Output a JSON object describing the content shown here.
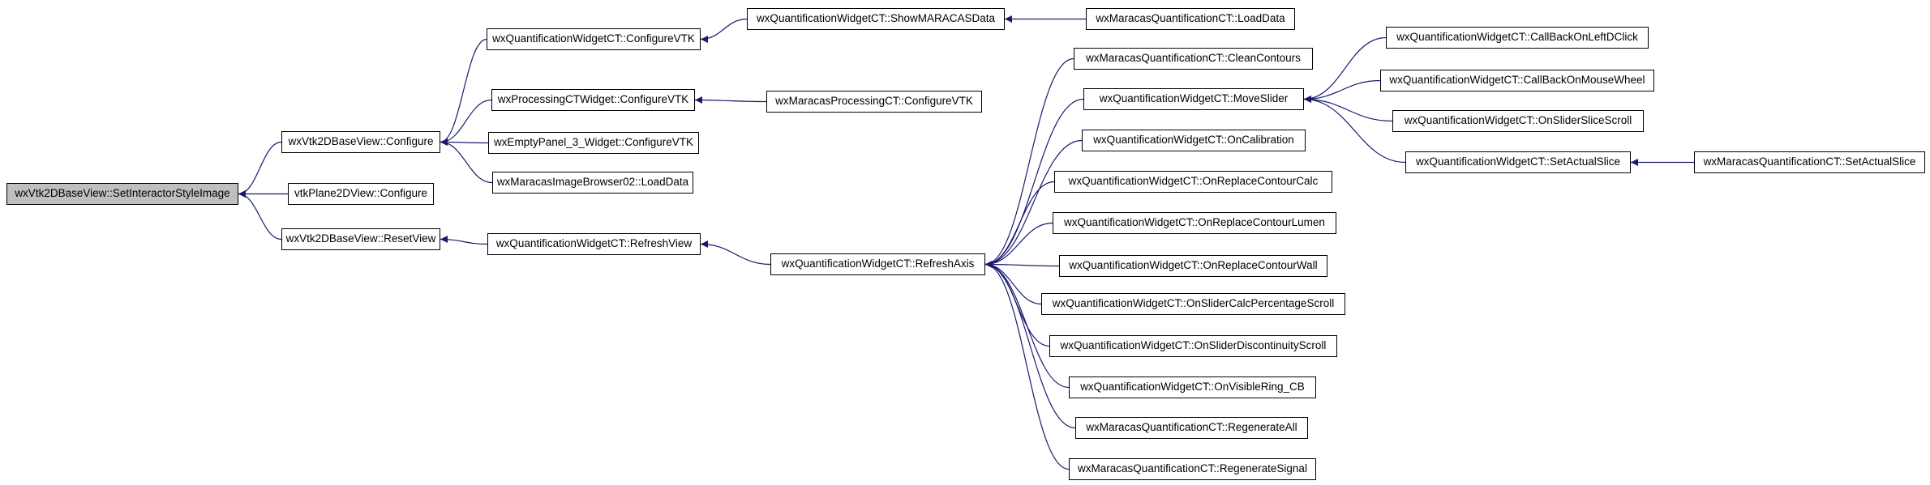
{
  "colors": {
    "edge": "#191970",
    "root_fill": "#bfbfbf",
    "node_fill": "#ffffff",
    "border": "#000000"
  },
  "nodes": [
    {
      "id": "n0",
      "label": "wxVtk2DBaseView::SetInteractorStyleImage",
      "root": true
    },
    {
      "id": "n1",
      "label": "wxVtk2DBaseView::Configure"
    },
    {
      "id": "n2",
      "label": "vtkPlane2DView::Configure"
    },
    {
      "id": "n3",
      "label": "wxVtk2DBaseView::ResetView"
    },
    {
      "id": "n4",
      "label": "wxQuantificationWidgetCT::ConfigureVTK"
    },
    {
      "id": "n5",
      "label": "wxProcessingCTWidget::ConfigureVTK"
    },
    {
      "id": "n6",
      "label": "wxEmptyPanel_3_Widget::ConfigureVTK"
    },
    {
      "id": "n7",
      "label": "wxMaracasImageBrowser02::LoadData"
    },
    {
      "id": "n8",
      "label": "wxQuantificationWidgetCT::RefreshView"
    },
    {
      "id": "n9",
      "label": "wxQuantificationWidgetCT::ShowMARACASData"
    },
    {
      "id": "n10",
      "label": "wxMaracasProcessingCT::ConfigureVTK"
    },
    {
      "id": "n11",
      "label": "wxQuantificationWidgetCT::RefreshAxis"
    },
    {
      "id": "n12",
      "label": "wxMaracasQuantificationCT::LoadData"
    },
    {
      "id": "n13",
      "label": "wxMaracasQuantificationCT::CleanContours"
    },
    {
      "id": "n14",
      "label": "wxQuantificationWidgetCT::MoveSlider"
    },
    {
      "id": "n15",
      "label": "wxQuantificationWidgetCT::OnCalibration"
    },
    {
      "id": "n16",
      "label": "wxQuantificationWidgetCT::OnReplaceContourCalc"
    },
    {
      "id": "n17",
      "label": "wxQuantificationWidgetCT::OnReplaceContourLumen"
    },
    {
      "id": "n18",
      "label": "wxQuantificationWidgetCT::OnReplaceContourWall"
    },
    {
      "id": "n19",
      "label": "wxQuantificationWidgetCT::OnSliderCalcPercentageScroll"
    },
    {
      "id": "n20",
      "label": "wxQuantificationWidgetCT::OnSliderDiscontinuityScroll"
    },
    {
      "id": "n21",
      "label": "wxQuantificationWidgetCT::OnVisibleRing_CB"
    },
    {
      "id": "n22",
      "label": "wxMaracasQuantificationCT::RegenerateAll"
    },
    {
      "id": "n23",
      "label": "wxMaracasQuantificationCT::RegenerateSignal"
    },
    {
      "id": "n24",
      "label": "wxQuantificationWidgetCT::CallBackOnLeftDClick"
    },
    {
      "id": "n25",
      "label": "wxQuantificationWidgetCT::CallBackOnMouseWheel"
    },
    {
      "id": "n26",
      "label": "wxQuantificationWidgetCT::OnSliderSliceScroll"
    },
    {
      "id": "n27",
      "label": "wxQuantificationWidgetCT::SetActualSlice"
    },
    {
      "id": "n28",
      "label": "wxMaracasQuantificationCT::SetActualSlice"
    }
  ],
  "edges": [
    [
      "n1",
      "n0"
    ],
    [
      "n2",
      "n0"
    ],
    [
      "n3",
      "n0"
    ],
    [
      "n4",
      "n1"
    ],
    [
      "n5",
      "n1"
    ],
    [
      "n6",
      "n1"
    ],
    [
      "n7",
      "n1"
    ],
    [
      "n8",
      "n3"
    ],
    [
      "n9",
      "n4"
    ],
    [
      "n12",
      "n9"
    ],
    [
      "n10",
      "n5"
    ],
    [
      "n11",
      "n8"
    ],
    [
      "n13",
      "n11"
    ],
    [
      "n14",
      "n11"
    ],
    [
      "n15",
      "n11"
    ],
    [
      "n16",
      "n11"
    ],
    [
      "n17",
      "n11"
    ],
    [
      "n18",
      "n11"
    ],
    [
      "n19",
      "n11"
    ],
    [
      "n20",
      "n11"
    ],
    [
      "n21",
      "n11"
    ],
    [
      "n22",
      "n11"
    ],
    [
      "n23",
      "n11"
    ],
    [
      "n24",
      "n14"
    ],
    [
      "n25",
      "n14"
    ],
    [
      "n26",
      "n14"
    ],
    [
      "n27",
      "n14"
    ],
    [
      "n28",
      "n27"
    ]
  ]
}
